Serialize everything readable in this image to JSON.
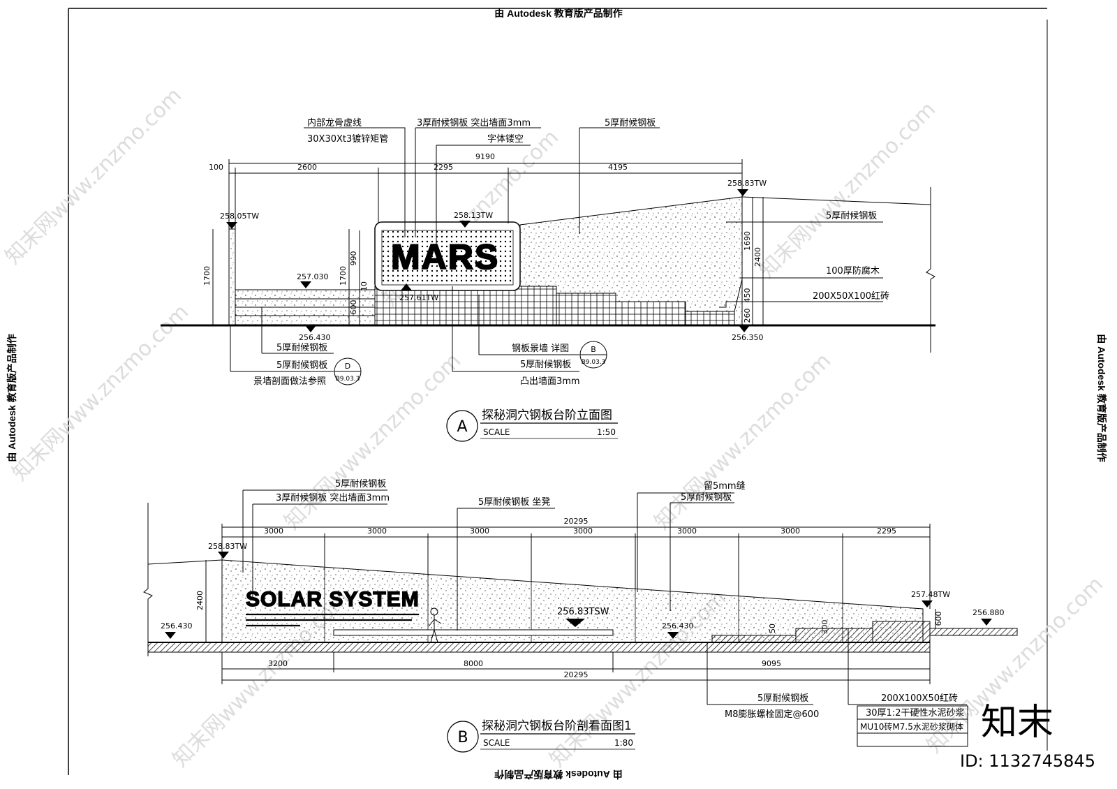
{
  "stamps": {
    "top": "由 Autodesk 教育版产品制作",
    "bottom": "由 Autodesk 教育版产品制作",
    "left": "由 Autodesk 教育版产品制作",
    "right": "由 Autodesk 教育版产品制作"
  },
  "watermark": {
    "site": "知末网www.znzmo.com",
    "logo": "知末",
    "id": "ID: 1132745845"
  },
  "view_a": {
    "title": "探秘洞穴钢板台阶立面图",
    "marker": "A",
    "scale_label": "SCALE",
    "scale_value": "1:50",
    "sign_text": "MARS",
    "callouts": {
      "keel": "内部龙骨虚线",
      "tube": "30X30Xt3镀锌矩管",
      "plate3": "3厚耐候钢板 突出墙面3mm",
      "hollow": "字体镂空",
      "plate5_top": "5厚耐候钢板",
      "plate5_right": "5厚耐候钢板",
      "wood": "100厚防腐木",
      "brick": "200X50X100红砖",
      "plate5_b1": "5厚耐候钢板",
      "plate5_b2": "5厚耐候钢板",
      "section_ref": "景墙剖面做法参照",
      "detail": "钢板景墙 详图",
      "plate5_b3": "5厚耐候钢板",
      "protrude": "凸出墙面3mm"
    },
    "refs": {
      "d_letter": "D",
      "d_sheet": "B9.03.3",
      "b_letter": "B",
      "b_sheet": "B9.03.3"
    },
    "dims": {
      "d100": "100",
      "d2600": "2600",
      "d2295": "2295",
      "d4195": "4195",
      "d9190": "9190",
      "d1700a": "1700",
      "d1700b": "1700",
      "d990": "990",
      "d10": "10",
      "d600": "600",
      "d1690": "1690",
      "d2400": "2400",
      "d450": "450",
      "d260": "260"
    },
    "levels": {
      "l1": "258.05TW",
      "l2": "258.13TW",
      "l3": "258.83TW",
      "l4": "257.030",
      "l5": "257.61TW",
      "l6": "256.430",
      "l7": "256.350"
    }
  },
  "view_b": {
    "title": "探秘洞穴钢板台阶剖看面图1",
    "marker": "B",
    "scale_label": "SCALE",
    "scale_value": "1:80",
    "sign_text": "SOLAR SYSTEM",
    "callouts": {
      "plate5": "5厚耐候钢板",
      "plate3": "3厚耐候钢板 突出墙面3mm",
      "seat": "5厚耐候钢板 坐凳",
      "gap": "留5mm缝",
      "plate5_r": "5厚耐候钢板",
      "plate5_bot": "5厚耐候钢板",
      "bolt": "M8膨胀螺栓固定@600",
      "brick": "200X100X50红砖",
      "mortar": "30厚1:2干硬性水泥砂浆",
      "masonry": "MU10砖M7.5水泥砂浆砌体"
    },
    "dims_top": [
      "3000",
      "3000",
      "3000",
      "3000",
      "3000",
      "3000",
      "2295"
    ],
    "dim_total_top": "20295",
    "dims_bottom": [
      "3200",
      "8000",
      "9095"
    ],
    "dim_total_bottom": "20295",
    "dim_2400": "2400",
    "dim_600": "600",
    "dim_50": "50",
    "dim_300": "300",
    "levels": {
      "l1": "258.83TW",
      "l2": "256.430",
      "l3": "256.83TSW",
      "l4": "256.430",
      "l5": "257.48TW",
      "l6": "256.880"
    }
  }
}
